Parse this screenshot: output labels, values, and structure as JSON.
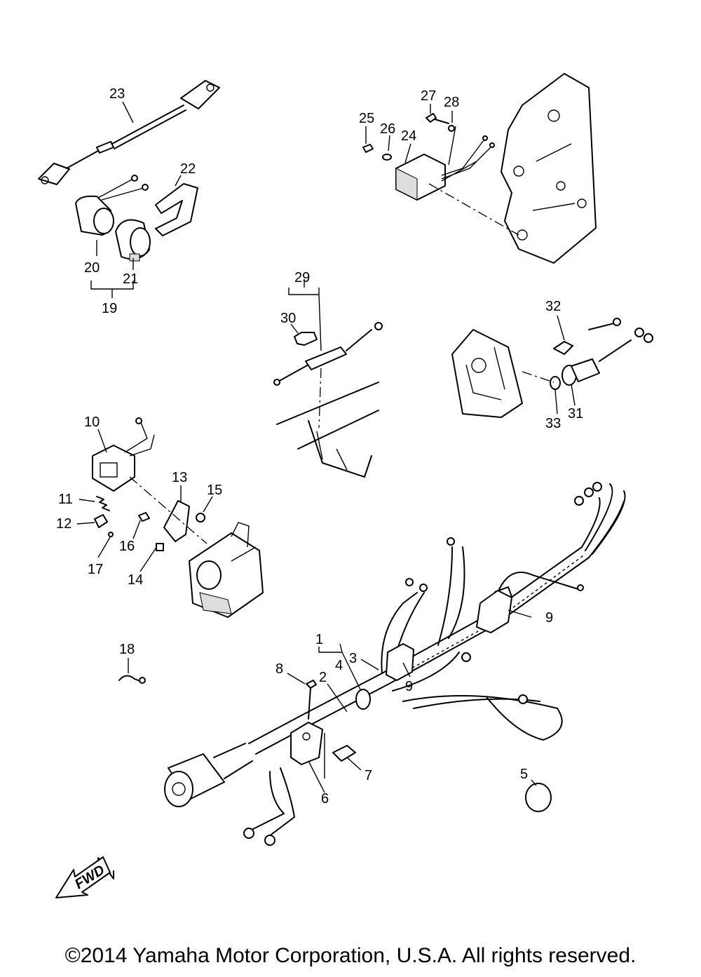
{
  "callouts": {
    "p1": "1",
    "p2": "2",
    "p3": "3",
    "p4": "4",
    "p5": "5",
    "p6": "6",
    "p7": "7",
    "p8": "8",
    "p9a": "9",
    "p9b": "9",
    "p10": "10",
    "p11": "11",
    "p12": "12",
    "p13": "13",
    "p14": "14",
    "p15": "15",
    "p16": "16",
    "p17": "17",
    "p18": "18",
    "p19": "19",
    "p20": "20",
    "p21": "21",
    "p22": "22",
    "p23": "23",
    "p24": "24",
    "p25": "25",
    "p26": "26",
    "p27": "27",
    "p28": "28",
    "p29": "29",
    "p30": "30",
    "p31": "31",
    "p32": "32",
    "p33": "33"
  },
  "fwd_arrow": {
    "label": "FWD",
    "icon": "forward-arrow-icon"
  },
  "footer": {
    "copyright": "©2014 Yamaha Motor Corporation, U.S.A. All rights reserved."
  }
}
